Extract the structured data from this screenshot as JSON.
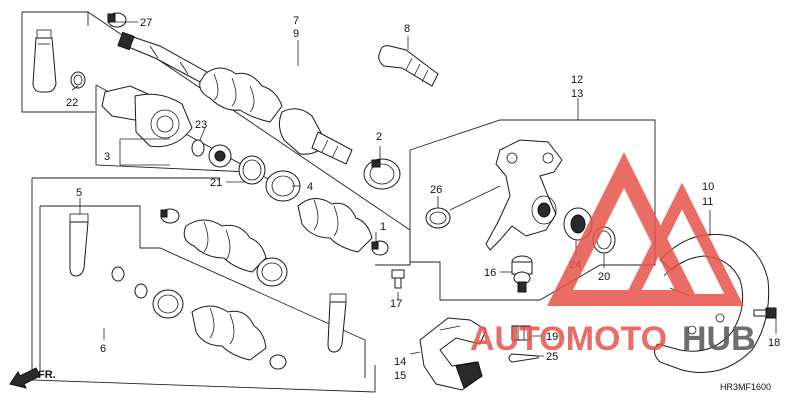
{
  "diagram_code": "HR3MF1600",
  "direction_label": "FR.",
  "watermark": {
    "word_a": "AUTOMOTO",
    "word_b": "HUB",
    "color": "#e8534a"
  },
  "callouts": [
    {
      "id": "c1",
      "text": "1"
    },
    {
      "id": "c2",
      "text": "2"
    },
    {
      "id": "c3",
      "text": "3"
    },
    {
      "id": "c4",
      "text": "4"
    },
    {
      "id": "c5",
      "text": "5"
    },
    {
      "id": "c6",
      "text": "6"
    },
    {
      "id": "c7",
      "text": "7"
    },
    {
      "id": "c8",
      "text": "8"
    },
    {
      "id": "c9",
      "text": "9"
    },
    {
      "id": "c10",
      "text": "10"
    },
    {
      "id": "c11",
      "text": "11"
    },
    {
      "id": "c12",
      "text": "12"
    },
    {
      "id": "c13",
      "text": "13"
    },
    {
      "id": "c14",
      "text": "14"
    },
    {
      "id": "c15",
      "text": "15"
    },
    {
      "id": "c16",
      "text": "16"
    },
    {
      "id": "c17",
      "text": "17"
    },
    {
      "id": "c18",
      "text": "18"
    },
    {
      "id": "c19",
      "text": "19"
    },
    {
      "id": "c20",
      "text": "20"
    },
    {
      "id": "c21",
      "text": "21"
    },
    {
      "id": "c22",
      "text": "22"
    },
    {
      "id": "c23",
      "text": "23"
    },
    {
      "id": "c24",
      "text": "24"
    },
    {
      "id": "c25",
      "text": "25"
    },
    {
      "id": "c26",
      "text": "26"
    },
    {
      "id": "c27",
      "text": "27"
    }
  ]
}
